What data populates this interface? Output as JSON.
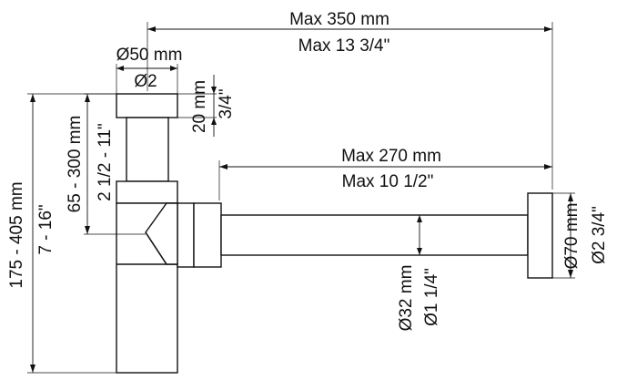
{
  "dimensions": {
    "total_length_mm": "Max 350 mm",
    "total_length_in": "Max 13 3/4\"",
    "pipe_length_mm": "Max 270 mm",
    "pipe_length_in": "Max 10 1/2\"",
    "cap_diameter_mm": "Ø50 mm",
    "cap_diameter_in": "Ø2",
    "cap_height_mm": "20 mm",
    "cap_height_in": "3/4\"",
    "neck_range_mm": "65 - 300 mm",
    "neck_range_in": "2 1/2 - 11\"",
    "overall_height_mm": "175 - 405 mm",
    "overall_height_in": "7 - 16\"",
    "pipe_diameter_mm": "Ø32 mm",
    "pipe_diameter_in": "Ø1 1/4\"",
    "flange_diameter_mm": "Ø70 mm",
    "flange_diameter_in": "Ø2 3/4\""
  },
  "colors": {
    "line": "#111111",
    "background": "#ffffff"
  }
}
